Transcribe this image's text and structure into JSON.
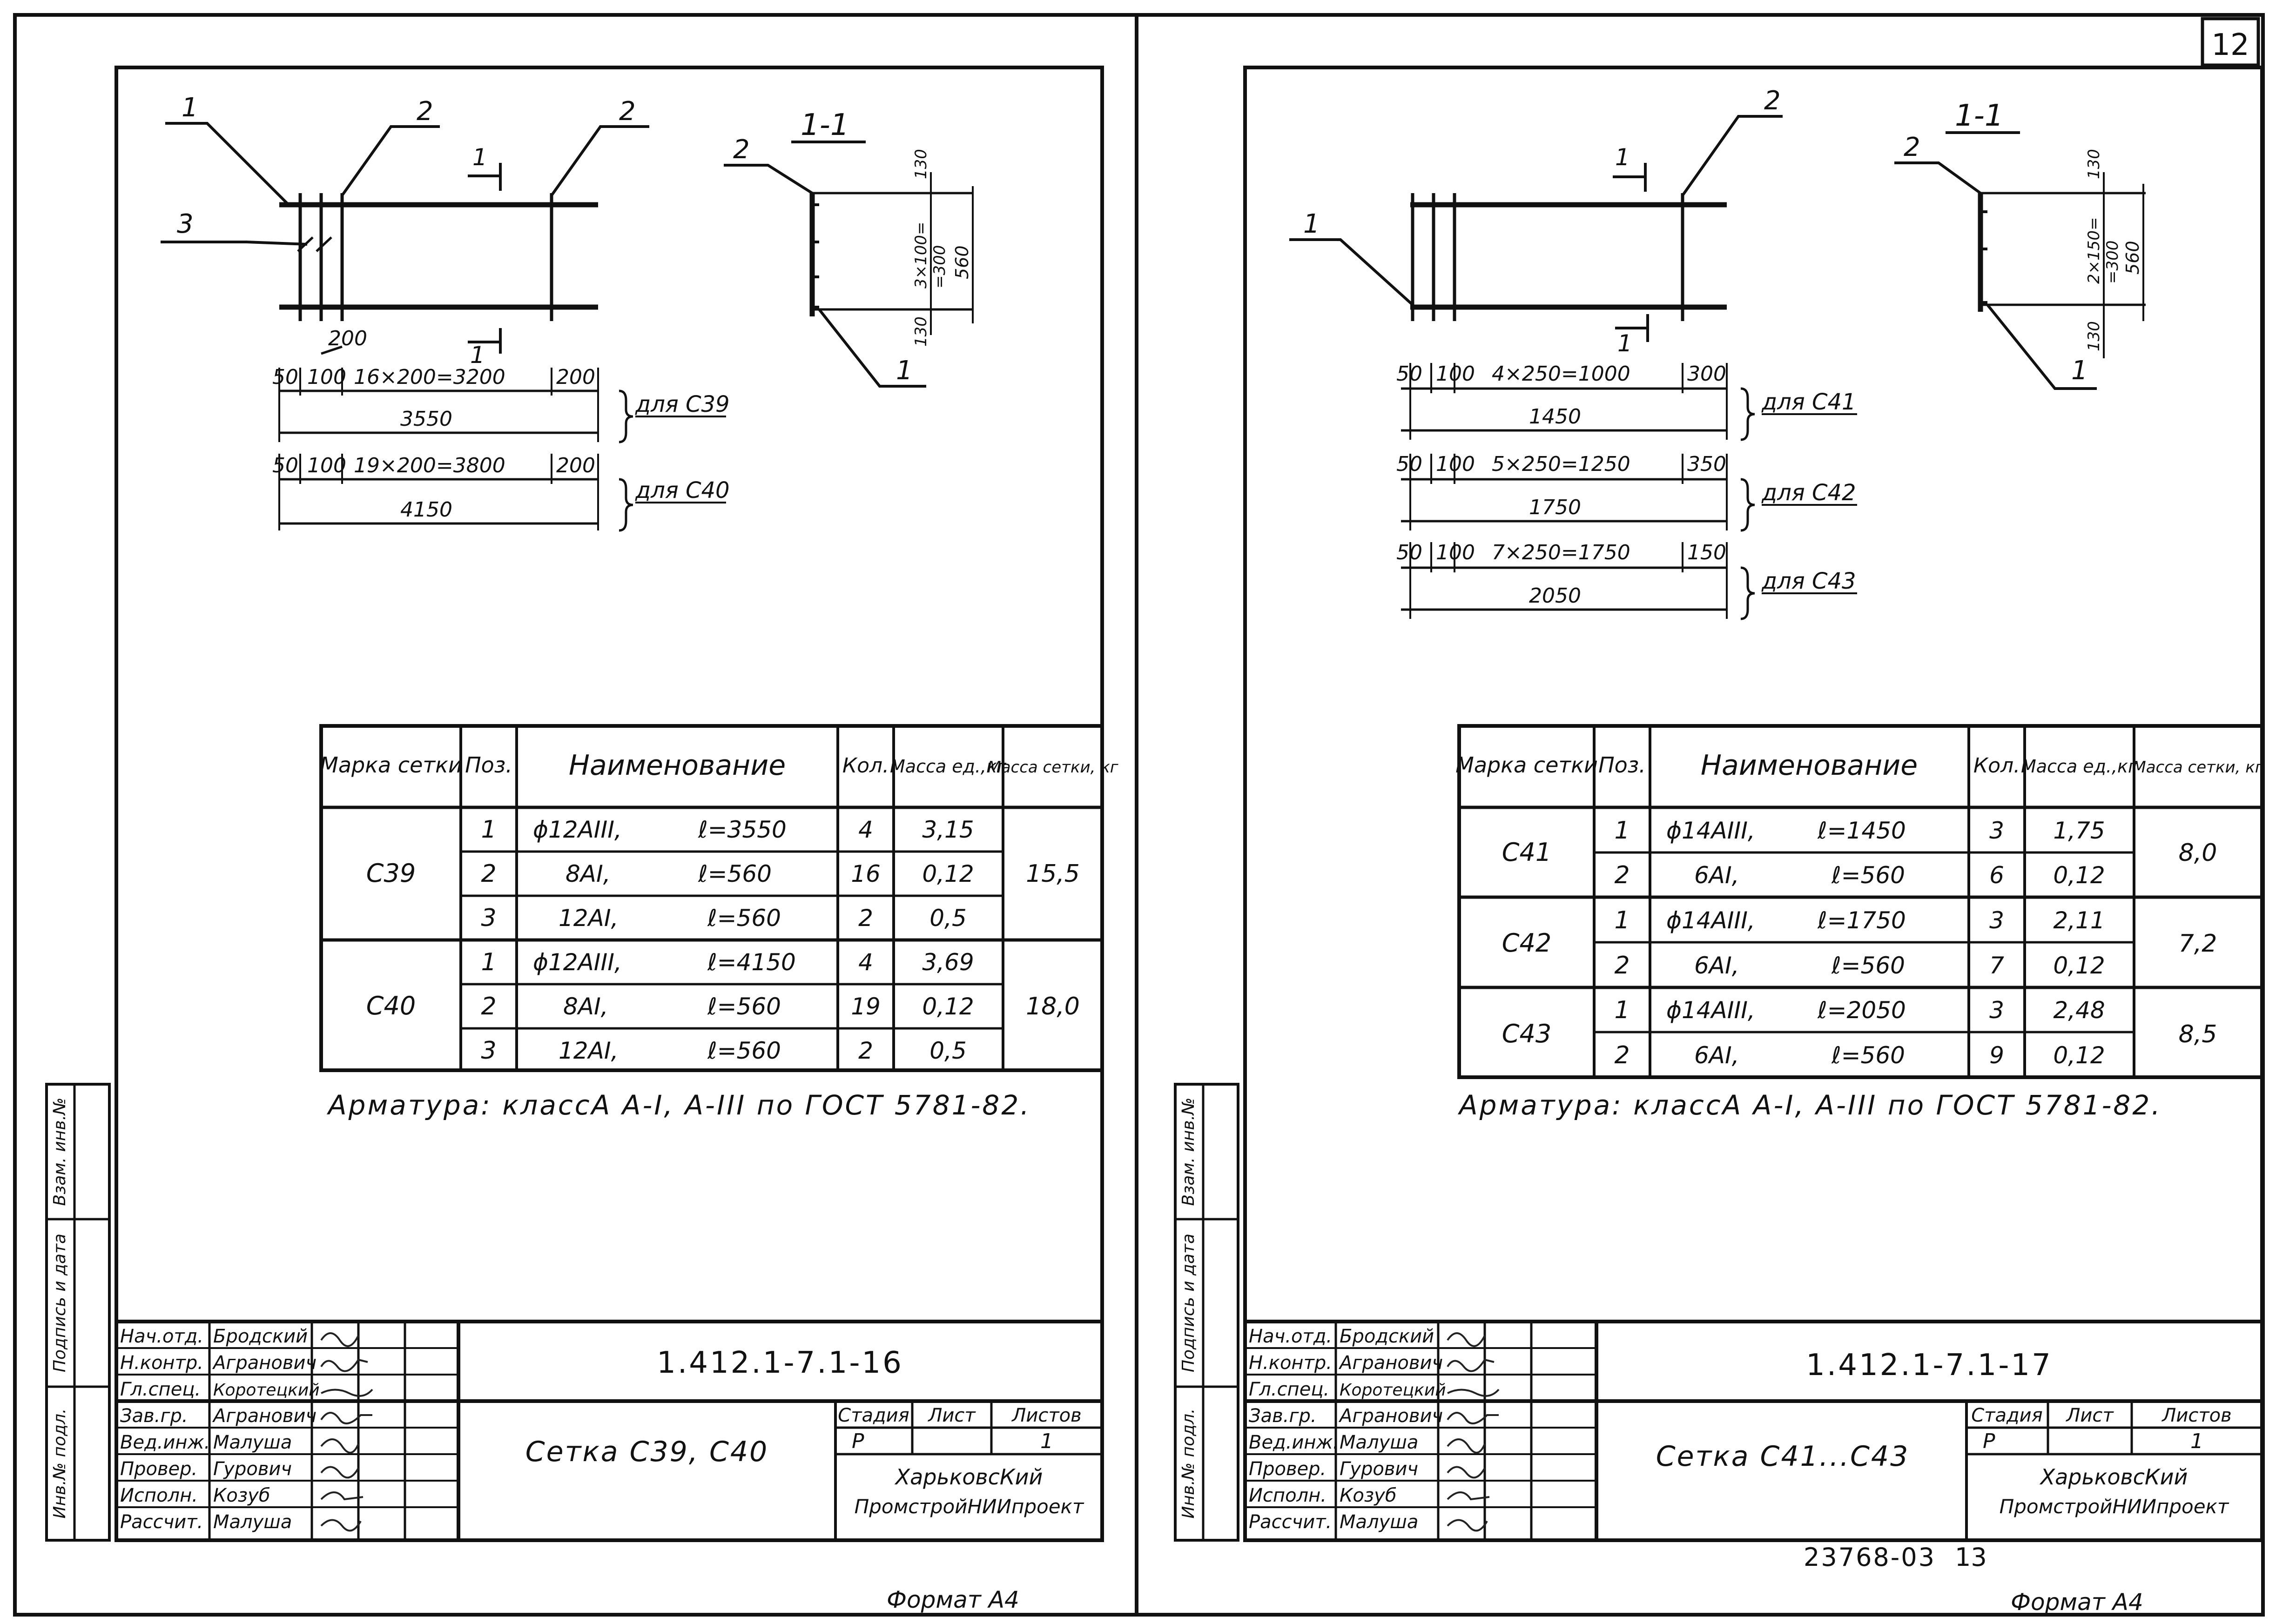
{
  "page_number": "12",
  "footer_code": "23768-03",
  "footer_page": "13",
  "format_label": "Формат А4",
  "notes_suffix": "классА А-I, А-III по ГОСТ 5781-82.",
  "sheets": [
    {
      "id": "left",
      "drawing": {
        "callouts": [
          "1",
          "2",
          "2",
          "3"
        ],
        "section_mark": "1",
        "section_title": "1-1",
        "section_callouts": [
          "2",
          "1"
        ],
        "section_dims": [
          "130",
          "3×100=",
          "=300",
          "560",
          "130"
        ],
        "pitch_label": "200",
        "rows": [
          {
            "d1": "50",
            "d2": "100",
            "span": "16×200=3200",
            "end": "200",
            "total": "3550",
            "for": "для С39"
          },
          {
            "d1": "50",
            "d2": "100",
            "span": "19×200=3800",
            "end": "200",
            "total": "4150",
            "for": "для С40"
          }
        ]
      },
      "table": {
        "headers": {
          "mark": "Марка сетки",
          "pos": "Поз.",
          "name": "Наименование",
          "qty": "Кол.",
          "unit_mass": "Масса ед.,кг",
          "mesh_mass": "Масса сетки, кг"
        },
        "groups": [
          {
            "mark": "С39",
            "mass": "15,5",
            "rows": [
              {
                "pos": "1",
                "name": "ϕ12АIII,",
                "len": "ℓ=3550",
                "qty": "4",
                "unit": "3,15"
              },
              {
                "pos": "2",
                "name": "8АI,",
                "len": "ℓ=560",
                "qty": "16",
                "unit": "0,12"
              },
              {
                "pos": "3",
                "name": "12АI,",
                "len": "ℓ=560",
                "qty": "2",
                "unit": "0,5"
              }
            ]
          },
          {
            "mark": "С40",
            "mass": "18,0",
            "rows": [
              {
                "pos": "1",
                "name": "ϕ12АIII,",
                "len": "ℓ=4150",
                "qty": "4",
                "unit": "3,69"
              },
              {
                "pos": "2",
                "name": "8АI,",
                "len": "ℓ=560",
                "qty": "19",
                "unit": "0,12"
              },
              {
                "pos": "3",
                "name": "12АI,",
                "len": "ℓ=560",
                "qty": "2",
                "unit": "0,5"
              }
            ]
          }
        ]
      },
      "note": "Арматура: классА А-I, А-III по ГОСТ 5781-82.",
      "side_labels": [
        "Взам. инв.№",
        "Подпись и дата",
        "Инв.№ подл."
      ],
      "title_block": {
        "roles": [
          {
            "role": "Нач.отд.",
            "name": "Бродский"
          },
          {
            "role": "Н.контр.",
            "name": "Агранович"
          },
          {
            "role": "Гл.спец.",
            "name": "Коротецкий"
          },
          {
            "role": "Зав.гр.",
            "name": "Агранович"
          },
          {
            "role": "Вед.инж.",
            "name": "Малуша"
          },
          {
            "role": "Провер.",
            "name": "Гурович"
          },
          {
            "role": "Исполн.",
            "name": "Козуб"
          },
          {
            "role": "Рассчит.",
            "name": "Малуша"
          }
        ],
        "code": "1.412.1-7.1-16",
        "title": "Сетка С39, С40",
        "stage_h": "Стадия",
        "sheet_h": "Лист",
        "sheets_h": "Листов",
        "stage": "Р",
        "sheet": "",
        "sheets": "1",
        "org1": "ХарьковсКий",
        "org2": "ПромстройНИИпроект"
      }
    },
    {
      "id": "right",
      "drawing": {
        "callouts": [
          "2",
          "1"
        ],
        "section_mark": "1",
        "section_title": "1-1",
        "section_callouts": [
          "2",
          "1"
        ],
        "section_dims": [
          "130",
          "2×150=",
          "=300",
          "560",
          "130"
        ],
        "rows": [
          {
            "d1": "50",
            "d2": "100",
            "span": "4×250=1000",
            "end": "300",
            "total": "1450",
            "for": "для С41"
          },
          {
            "d1": "50",
            "d2": "100",
            "span": "5×250=1250",
            "end": "350",
            "total": "1750",
            "for": "для С42"
          },
          {
            "d1": "50",
            "d2": "100",
            "span": "7×250=1750",
            "end": "150",
            "total": "2050",
            "for": "для С43"
          }
        ]
      },
      "table": {
        "headers": {
          "mark": "Марка сетки",
          "pos": "Поз.",
          "name": "Наименование",
          "qty": "Кол.",
          "unit_mass": "Масса ед.,кг",
          "mesh_mass": "Масса сетки, кг"
        },
        "groups": [
          {
            "mark": "С41",
            "mass": "8,0",
            "rows": [
              {
                "pos": "1",
                "name": "ϕ14АIII,",
                "len": "ℓ=1450",
                "qty": "3",
                "unit": "1,75"
              },
              {
                "pos": "2",
                "name": "6АI,",
                "len": "ℓ=560",
                "qty": "6",
                "unit": "0,12"
              }
            ]
          },
          {
            "mark": "С42",
            "mass": "7,2",
            "rows": [
              {
                "pos": "1",
                "name": "ϕ14АIII,",
                "len": "ℓ=1750",
                "qty": "3",
                "unit": "2,11"
              },
              {
                "pos": "2",
                "name": "6АI,",
                "len": "ℓ=560",
                "qty": "7",
                "unit": "0,12"
              }
            ]
          },
          {
            "mark": "С43",
            "mass": "8,5",
            "rows": [
              {
                "pos": "1",
                "name": "ϕ14АIII,",
                "len": "ℓ=2050",
                "qty": "3",
                "unit": "2,48"
              },
              {
                "pos": "2",
                "name": "6АI,",
                "len": "ℓ=560",
                "qty": "9",
                "unit": "0,12"
              }
            ]
          }
        ]
      },
      "note": "Арматура: классА А-I, А-III по ГОСТ 5781-82.",
      "side_labels": [
        "Взам. инв.№",
        "Подпись и дата",
        "Инв.№ подл."
      ],
      "title_block": {
        "roles": [
          {
            "role": "Нач.отд.",
            "name": "Бродский"
          },
          {
            "role": "Н.контр.",
            "name": "Агранович"
          },
          {
            "role": "Гл.спец.",
            "name": "Коротецкий"
          },
          {
            "role": "Зав.гр.",
            "name": "Агранович"
          },
          {
            "role": "Вед.инж.",
            "name": "Малуша"
          },
          {
            "role": "Провер.",
            "name": "Гурович"
          },
          {
            "role": "Исполн.",
            "name": "Козуб"
          },
          {
            "role": "Рассчит.",
            "name": "Малуша"
          }
        ],
        "code": "1.412.1-7.1-17",
        "title": "Сетка С41...С43",
        "stage_h": "Стадия",
        "sheet_h": "Лист",
        "sheets_h": "Листов",
        "stage": "Р",
        "sheet": "",
        "sheets": "1",
        "org1": "ХарьковсКий",
        "org2": "ПромстройНИИпроект"
      }
    }
  ]
}
